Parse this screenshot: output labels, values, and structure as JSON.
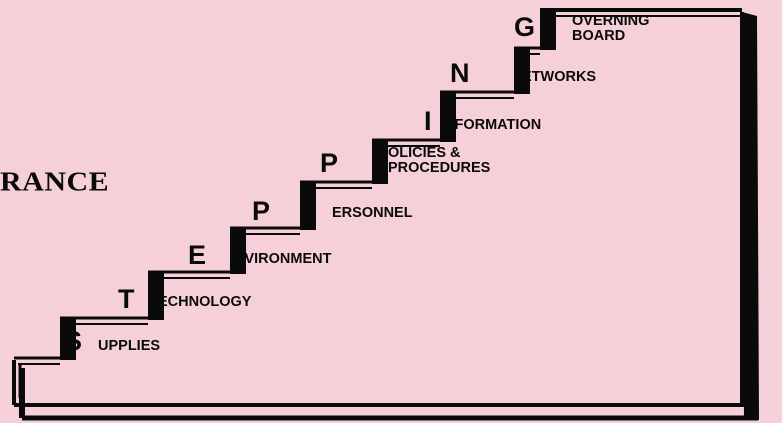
{
  "side_title": "RANCE",
  "colors": {
    "background": "#f6d0d8",
    "ink": "#0a0a0a"
  },
  "steps": [
    {
      "letter": "S",
      "word_lines": [
        "UPPLIES"
      ]
    },
    {
      "letter": "T",
      "word_lines": [
        "ECHNOLOGY"
      ]
    },
    {
      "letter": "E",
      "word_lines": [
        "NVIRONMENT"
      ]
    },
    {
      "letter": "P",
      "word_lines": [
        "ERSONNEL"
      ]
    },
    {
      "letter": "P",
      "word_lines": [
        "OLICIES &",
        "PROCEDURES"
      ]
    },
    {
      "letter": "I",
      "word_lines": [
        "NFORMATION"
      ]
    },
    {
      "letter": "N",
      "word_lines": [
        "ETWORKS"
      ]
    },
    {
      "letter": "G",
      "word_lines": [
        "OVERNING",
        "BOARD"
      ]
    }
  ]
}
